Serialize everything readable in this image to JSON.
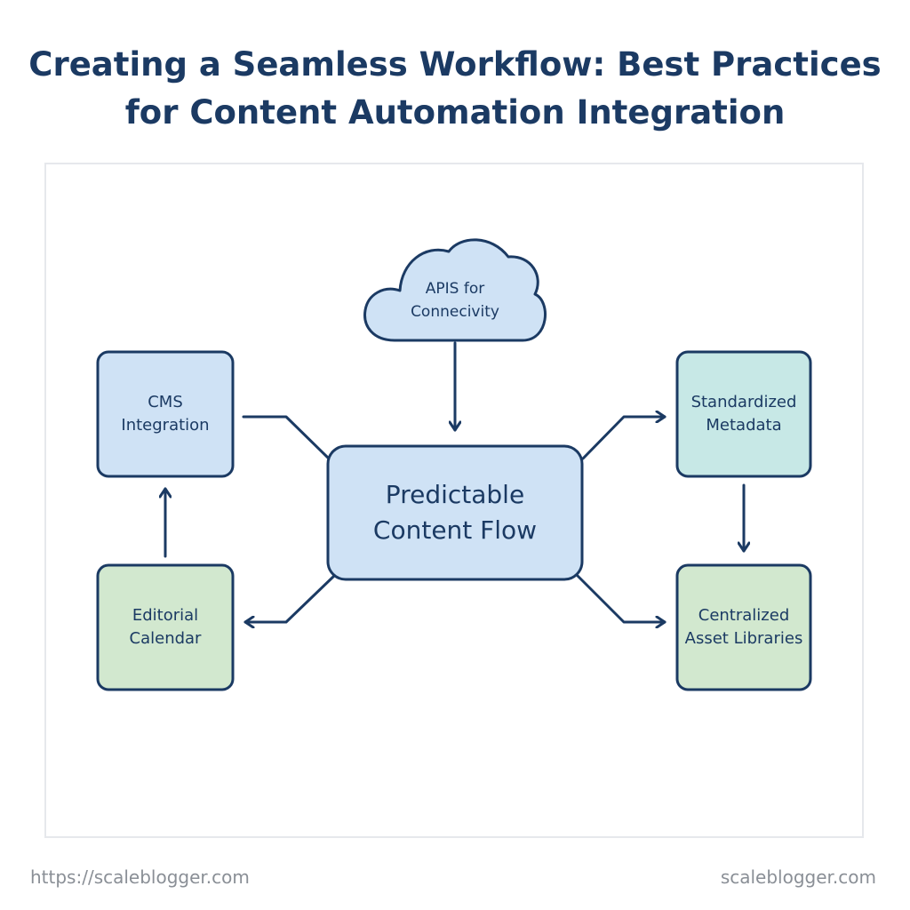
{
  "title": {
    "line1": "Creating a Seamless Workflow: Best Practices",
    "line2": "for Content Automation Integration"
  },
  "nodes": {
    "center": {
      "line1": "Predictable",
      "line2": "Content Flow"
    },
    "cloud": {
      "line1": "APIS for",
      "line2": "Connecivity"
    },
    "cms": {
      "line1": "CMS",
      "line2": "Integration"
    },
    "metadata": {
      "line1": "Standardized",
      "line2": "Metadata"
    },
    "calendar": {
      "line1": "Editorial",
      "line2": "Calendar"
    },
    "assets": {
      "line1": "Centralized",
      "line2": "Asset Libraries"
    }
  },
  "colors": {
    "stroke": "#1b3a63",
    "blue_fill": "#cfe2f5",
    "teal_fill": "#c7e8e6",
    "green_fill": "#d2e8cf",
    "frame": "#e6e8ec"
  },
  "footer": {
    "left": "https://scaleblogger.com",
    "right": "scaleblogger.com"
  }
}
